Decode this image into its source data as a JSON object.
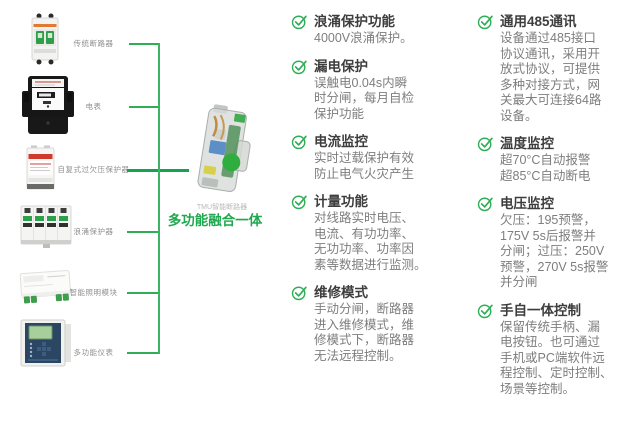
{
  "center": {
    "caption": "TMU智能断路器",
    "title": "多功能融合一体"
  },
  "left_devices": [
    {
      "label": "传统断路器"
    },
    {
      "label": "电表"
    },
    {
      "label": "自复式过欠压保护器"
    },
    {
      "label": "浪涌保护器"
    },
    {
      "label": "智能照明模块"
    },
    {
      "label": "多功能仪表"
    }
  ],
  "features_col1": [
    {
      "title": "浪涌保护功能",
      "body": "4000V浪涌保护。"
    },
    {
      "title": "漏电保护",
      "body": "误触电0.04s内瞬\n时分闸，每月自检\n保护功能"
    },
    {
      "title": "电流监控",
      "body": "实时过载保护有效\n防止电气火灾产生"
    },
    {
      "title": "计量功能",
      "body": "对线路实时电压、\n电流、有功功率、\n无功功率、功率因\n素等数据进行监测。"
    },
    {
      "title": "维修模式",
      "body": "手动分闸，断路器\n进入维修模式，维\n修模式下，断路器\n无法远程控制。"
    }
  ],
  "features_col2": [
    {
      "title": "通用485通讯",
      "body": "设备通过485接口\n协议通讯，采用开\n放式协议，可提供\n多种对接方式，网\n关最大可连接64路\n设备。"
    },
    {
      "title": "温度监控",
      "body": "超70°C自动报警\n超85°C自动断电"
    },
    {
      "title": "电压监控",
      "body": "欠压：195预警，\n175V 5s后报警并\n分闸；过压：250V\n预警，270V 5s报警\n并分闸"
    },
    {
      "title": "手自一体控制",
      "body": "保留传统手柄、漏\n电按钮。也可通过\n手机或PC端软件远\n程控制、定时控制、\n场景等控制。"
    }
  ],
  "icons": {
    "feature_check": "check-circle",
    "devices": [
      "circuit-breaker",
      "energy-meter",
      "voltage-protector",
      "surge-protector",
      "lighting-module",
      "multifunction-meter"
    ]
  },
  "colors": {
    "accent_green": "#2fae57",
    "connector_green": "#12a551",
    "center_title_green": "#1fa84e",
    "feature_title_text": "#3d3d3d",
    "feature_body_text": "#7e7e7e",
    "device_label_text": "#8f8f8f"
  }
}
